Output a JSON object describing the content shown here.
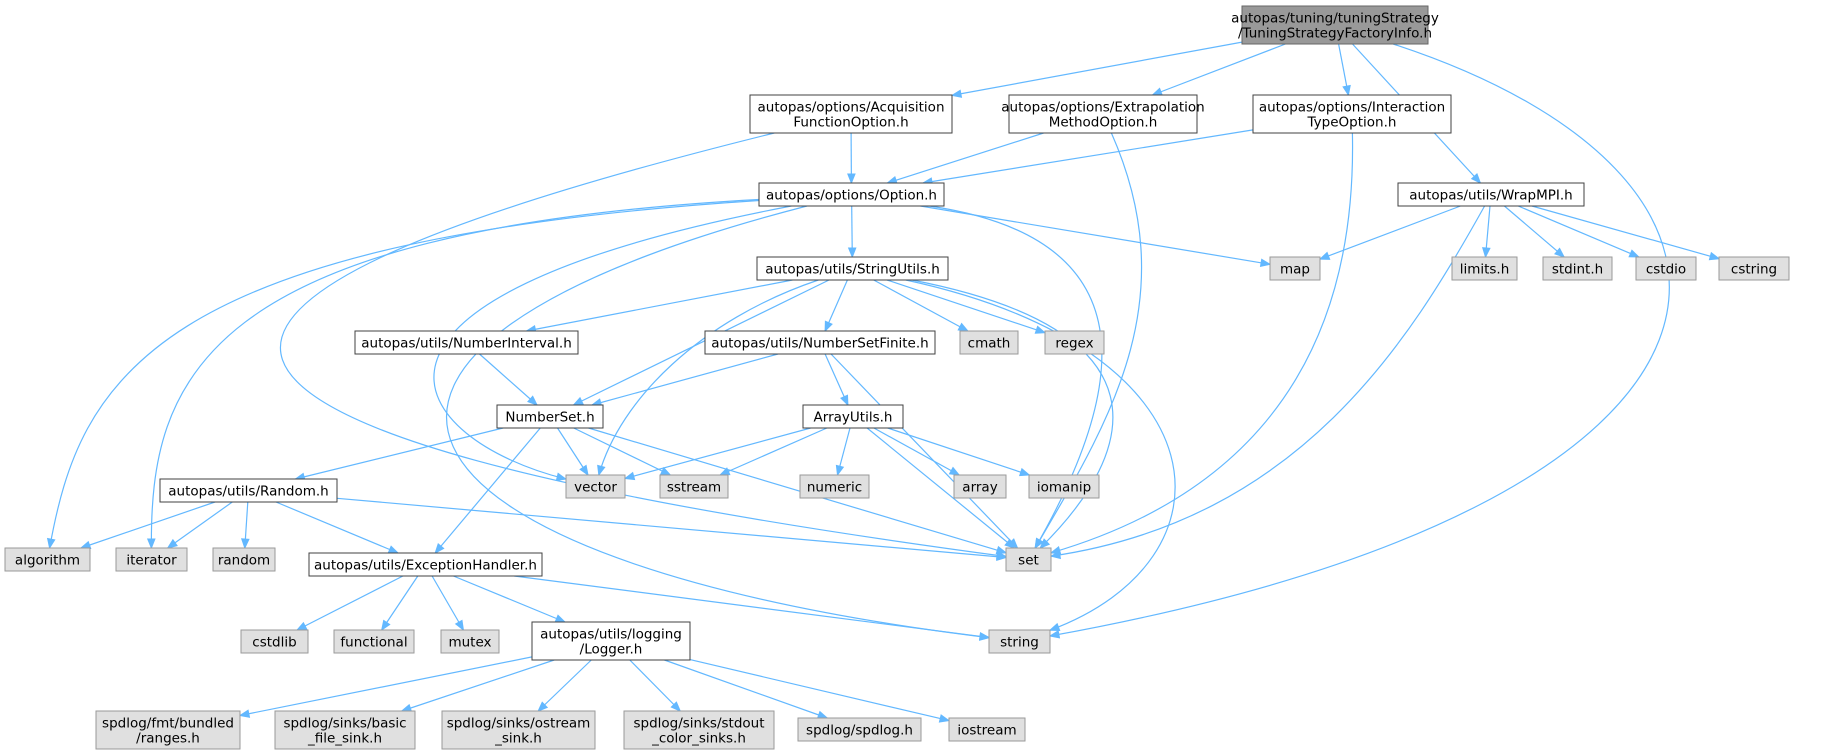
{
  "nodes": [
    {
      "id": "root",
      "kind": "root",
      "lines": [
        "autopas/tuning/tuningStrategy",
        "/TuningStrategyFactoryInfo.h"
      ]
    },
    {
      "id": "acq",
      "kind": "project",
      "lines": [
        "autopas/options/Acquisition",
        "FunctionOption.h"
      ]
    },
    {
      "id": "extra",
      "kind": "project",
      "lines": [
        "autopas/options/Extrapolation",
        "MethodOption.h"
      ]
    },
    {
      "id": "inter",
      "kind": "project",
      "lines": [
        "autopas/options/Interaction",
        "TypeOption.h"
      ]
    },
    {
      "id": "option",
      "kind": "project",
      "lines": [
        "autopas/options/Option.h"
      ]
    },
    {
      "id": "wrapmpi",
      "kind": "project",
      "lines": [
        "autopas/utils/WrapMPI.h"
      ]
    },
    {
      "id": "strutils",
      "kind": "project",
      "lines": [
        "autopas/utils/StringUtils.h"
      ]
    },
    {
      "id": "numint",
      "kind": "project",
      "lines": [
        "autopas/utils/NumberInterval.h"
      ]
    },
    {
      "id": "numsetfin",
      "kind": "project",
      "lines": [
        "autopas/utils/NumberSetFinite.h"
      ]
    },
    {
      "id": "numset",
      "kind": "project",
      "lines": [
        "NumberSet.h"
      ]
    },
    {
      "id": "arrutils",
      "kind": "project",
      "lines": [
        "ArrayUtils.h"
      ]
    },
    {
      "id": "random",
      "kind": "project",
      "lines": [
        "autopas/utils/Random.h"
      ]
    },
    {
      "id": "exch",
      "kind": "project",
      "lines": [
        "autopas/utils/ExceptionHandler.h"
      ]
    },
    {
      "id": "logger",
      "kind": "project",
      "lines": [
        "autopas/utils/logging",
        "/Logger.h"
      ]
    },
    {
      "id": "map",
      "kind": "system",
      "lines": [
        "map"
      ]
    },
    {
      "id": "limits",
      "kind": "system",
      "lines": [
        "limits.h"
      ]
    },
    {
      "id": "stdint",
      "kind": "system",
      "lines": [
        "stdint.h"
      ]
    },
    {
      "id": "cstdio",
      "kind": "system",
      "lines": [
        "cstdio"
      ]
    },
    {
      "id": "cstring",
      "kind": "system",
      "lines": [
        "cstring"
      ]
    },
    {
      "id": "cmath",
      "kind": "system",
      "lines": [
        "cmath"
      ]
    },
    {
      "id": "regex",
      "kind": "system",
      "lines": [
        "regex"
      ]
    },
    {
      "id": "vector",
      "kind": "system",
      "lines": [
        "vector"
      ]
    },
    {
      "id": "sstream",
      "kind": "system",
      "lines": [
        "sstream"
      ]
    },
    {
      "id": "numeric",
      "kind": "system",
      "lines": [
        "numeric"
      ]
    },
    {
      "id": "array",
      "kind": "system",
      "lines": [
        "array"
      ]
    },
    {
      "id": "iomanip",
      "kind": "system",
      "lines": [
        "iomanip"
      ]
    },
    {
      "id": "algorithm",
      "kind": "system",
      "lines": [
        "algorithm"
      ]
    },
    {
      "id": "iterator",
      "kind": "system",
      "lines": [
        "iterator"
      ]
    },
    {
      "id": "rnd",
      "kind": "system",
      "lines": [
        "random"
      ]
    },
    {
      "id": "set",
      "kind": "system",
      "lines": [
        "set"
      ]
    },
    {
      "id": "cstdlib",
      "kind": "system",
      "lines": [
        "cstdlib"
      ]
    },
    {
      "id": "functional",
      "kind": "system",
      "lines": [
        "functional"
      ]
    },
    {
      "id": "mutex",
      "kind": "system",
      "lines": [
        "mutex"
      ]
    },
    {
      "id": "string",
      "kind": "system",
      "lines": [
        "string"
      ]
    },
    {
      "id": "fmtranges",
      "kind": "system",
      "lines": [
        "spdlog/fmt/bundled",
        "/ranges.h"
      ]
    },
    {
      "id": "basicfile",
      "kind": "system",
      "lines": [
        "spdlog/sinks/basic",
        "_file_sink.h"
      ]
    },
    {
      "id": "ostreamsink",
      "kind": "system",
      "lines": [
        "spdlog/sinks/ostream",
        "_sink.h"
      ]
    },
    {
      "id": "stdoutsink",
      "kind": "system",
      "lines": [
        "spdlog/sinks/stdout",
        "_color_sinks.h"
      ]
    },
    {
      "id": "spdlog",
      "kind": "system",
      "lines": [
        "spdlog/spdlog.h"
      ]
    },
    {
      "id": "iostream",
      "kind": "system",
      "lines": [
        "iostream"
      ]
    }
  ],
  "edges": [
    [
      "root",
      "acq"
    ],
    [
      "root",
      "extra"
    ],
    [
      "root",
      "inter"
    ],
    [
      "root",
      "wrapmpi"
    ],
    [
      "root",
      "string"
    ],
    [
      "acq",
      "option"
    ],
    [
      "acq",
      "set"
    ],
    [
      "extra",
      "option"
    ],
    [
      "extra",
      "set"
    ],
    [
      "inter",
      "option"
    ],
    [
      "inter",
      "set"
    ],
    [
      "option",
      "strutils"
    ],
    [
      "option",
      "map"
    ],
    [
      "option",
      "set"
    ],
    [
      "option",
      "vector"
    ],
    [
      "option",
      "string"
    ],
    [
      "option",
      "algorithm"
    ],
    [
      "option",
      "iterator"
    ],
    [
      "wrapmpi",
      "map"
    ],
    [
      "wrapmpi",
      "limits"
    ],
    [
      "wrapmpi",
      "stdint"
    ],
    [
      "wrapmpi",
      "cstdio"
    ],
    [
      "wrapmpi",
      "cstring"
    ],
    [
      "wrapmpi",
      "set"
    ],
    [
      "strutils",
      "numint"
    ],
    [
      "strutils",
      "numsetfin"
    ],
    [
      "strutils",
      "numset"
    ],
    [
      "strutils",
      "cmath"
    ],
    [
      "strutils",
      "regex"
    ],
    [
      "strutils",
      "vector"
    ],
    [
      "strutils",
      "set"
    ],
    [
      "strutils",
      "string"
    ],
    [
      "numint",
      "numset"
    ],
    [
      "numsetfin",
      "numset"
    ],
    [
      "numsetfin",
      "arrutils"
    ],
    [
      "numsetfin",
      "set"
    ],
    [
      "numset",
      "random"
    ],
    [
      "numset",
      "exch"
    ],
    [
      "numset",
      "vector"
    ],
    [
      "numset",
      "sstream"
    ],
    [
      "numset",
      "set"
    ],
    [
      "arrutils",
      "vector"
    ],
    [
      "arrutils",
      "sstream"
    ],
    [
      "arrutils",
      "numeric"
    ],
    [
      "arrutils",
      "array"
    ],
    [
      "arrutils",
      "iomanip"
    ],
    [
      "arrutils",
      "set"
    ],
    [
      "random",
      "algorithm"
    ],
    [
      "random",
      "iterator"
    ],
    [
      "random",
      "rnd"
    ],
    [
      "random",
      "exch"
    ],
    [
      "random",
      "set"
    ],
    [
      "exch",
      "cstdlib"
    ],
    [
      "exch",
      "functional"
    ],
    [
      "exch",
      "mutex"
    ],
    [
      "exch",
      "logger"
    ],
    [
      "exch",
      "string"
    ],
    [
      "logger",
      "fmtranges"
    ],
    [
      "logger",
      "basicfile"
    ],
    [
      "logger",
      "ostreamsink"
    ],
    [
      "logger",
      "stdoutsink"
    ],
    [
      "logger",
      "spdlog"
    ],
    [
      "logger",
      "iostream"
    ]
  ]
}
